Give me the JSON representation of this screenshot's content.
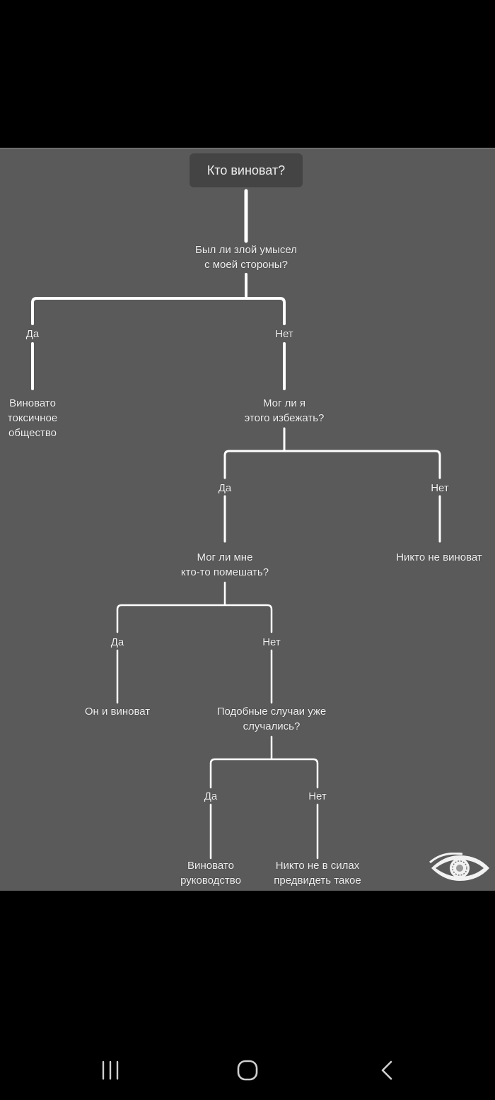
{
  "diagram": {
    "root": "Кто виноват?",
    "q1": [
      "Был ли злой умысел",
      "с моей стороны?"
    ],
    "q1_yes": "Да",
    "q1_no": "Нет",
    "ans_society": [
      "Виновато",
      "токсичное",
      "общество"
    ],
    "q2": [
      "Мог ли я",
      "этого избежать?"
    ],
    "q2_yes": "Да",
    "q2_no": "Нет",
    "ans_nobody": "Никто не виноват",
    "q3": [
      "Мог ли мне",
      "кто-то помешать?"
    ],
    "q3_yes": "Да",
    "q3_no": "Нет",
    "ans_he": "Он и виноват",
    "q4": [
      "Подобные случаи уже",
      "случались?"
    ],
    "q4_yes": "Да",
    "q4_no": "Нет",
    "ans_management": [
      "Виновато",
      "руководство"
    ],
    "ans_unforeseen": [
      "Никто не в силах",
      "предвидеть такое"
    ]
  },
  "nav": {
    "recent_icon": "recent-apps-icon",
    "home_icon": "home-icon",
    "back_icon": "back-icon"
  },
  "colors": {
    "background": "#5a5a5a",
    "line": "#ffffff",
    "text": "#f2f2f2",
    "root_box": "#444444"
  }
}
